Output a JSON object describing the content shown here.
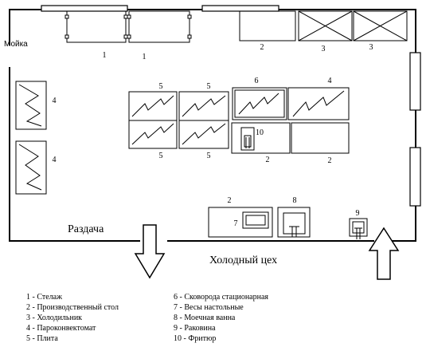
{
  "labels": {
    "sink_area": "Мойка",
    "distribution": "Раздача",
    "cold_shop": "Холодный цех"
  },
  "equipment_numbers": {
    "rack_a": "1",
    "rack_b": "1",
    "table_top": "2",
    "fridge_a": "3",
    "fridge_b": "3",
    "oven_left_a": "4",
    "oven_left_b": "4",
    "oven_center": "4",
    "stove_a": "5",
    "stove_b": "5",
    "stove_c": "5",
    "stove_d": "5",
    "skillet": "6",
    "fryer": "10",
    "table_fryer": "2",
    "table_center": "2",
    "table_bottom": "2",
    "scales": "7",
    "wash_bath": "8",
    "handsink": "9"
  },
  "legend_left": [
    "1 - Стелаж",
    "2 - Производственный стол",
    "3 - Холодильник",
    "4 - Пароконвектомат",
    "5 - Плита"
  ],
  "legend_right": [
    "6 - Сковорода стационарная",
    "7 - Весы настольные",
    "8 - Моечная ванна",
    "9 - Раковина",
    "10 - Фритюр"
  ]
}
